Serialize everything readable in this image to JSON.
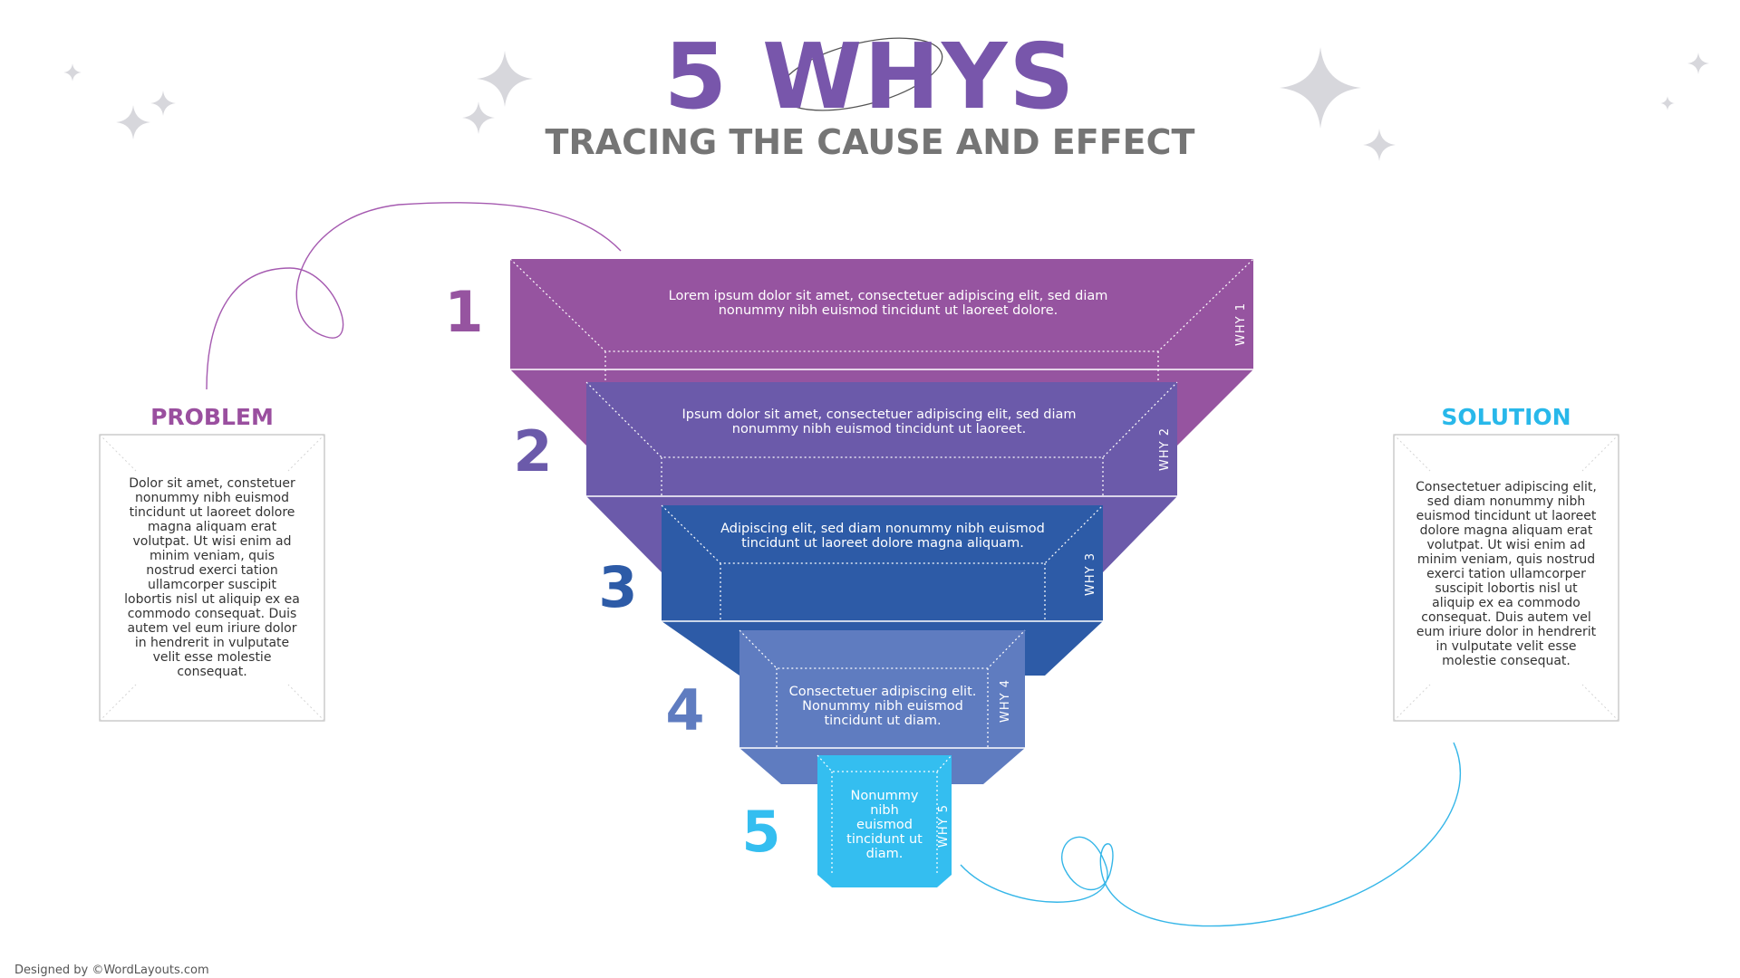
{
  "title": "5 WHYS",
  "subtitle": "TRACING THE CAUSE AND EFFECT",
  "colors": {
    "title": "#7856AB",
    "subtitle": "#757575",
    "problem": "#9A4F9F",
    "solution": "#28B8EA",
    "why1": "#9654A0",
    "why2": "#6B5AAA",
    "why3": "#2D5BA7",
    "why4": "#5F7CC0",
    "why5": "#34BEF0"
  },
  "steps": [
    {
      "number": "1",
      "label": "WHY 1",
      "text": "Lorem ipsum dolor sit amet, consectetuer adipiscing elit, sed diam nonummy nibh euismod tincidunt ut laoreet dolore."
    },
    {
      "number": "2",
      "label": "WHY 2",
      "text": "Ipsum dolor sit amet, consectetuer adipiscing elit, sed diam nonummy nibh euismod tincidunt ut laoreet."
    },
    {
      "number": "3",
      "label": "WHY 3",
      "text": "Adipiscing elit, sed diam nonummy nibh euismod tincidunt ut laoreet dolore magna aliquam."
    },
    {
      "number": "4",
      "label": "WHY 4",
      "text": "Consectetuer adipiscing elit. Nonummy nibh euismod tincidunt ut diam."
    },
    {
      "number": "5",
      "label": "WHY 5",
      "text": "Nonummy nibh euismod tincidunt ut diam."
    }
  ],
  "problem": {
    "title": "PROBLEM",
    "text": "Dolor sit amet, constetuer nonummy nibh euismod tincidunt ut laoreet dolore magna aliquam erat volutpat. Ut wisi enim ad minim veniam, quis nostrud exerci tation ullamcorper suscipit lobortis nisl ut aliquip ex ea commodo consequat. Duis autem vel eum iriure dolor in hendrerit in vulputate velit esse molestie consequat."
  },
  "solution": {
    "title": "SOLUTION",
    "text": "Consectetuer adipiscing elit, sed diam nonummy nibh euismod tincidunt ut laoreet dolore magna aliquam erat volutpat. Ut wisi enim ad minim veniam, quis nostrud exerci tation ullamcorper suscipit lobortis nisl ut aliquip ex ea commodo consequat. Duis autem vel eum iriure dolor in hendrerit in vulputate velit esse molestie consequat."
  },
  "footer": "Designed by ©WordLayouts.com"
}
